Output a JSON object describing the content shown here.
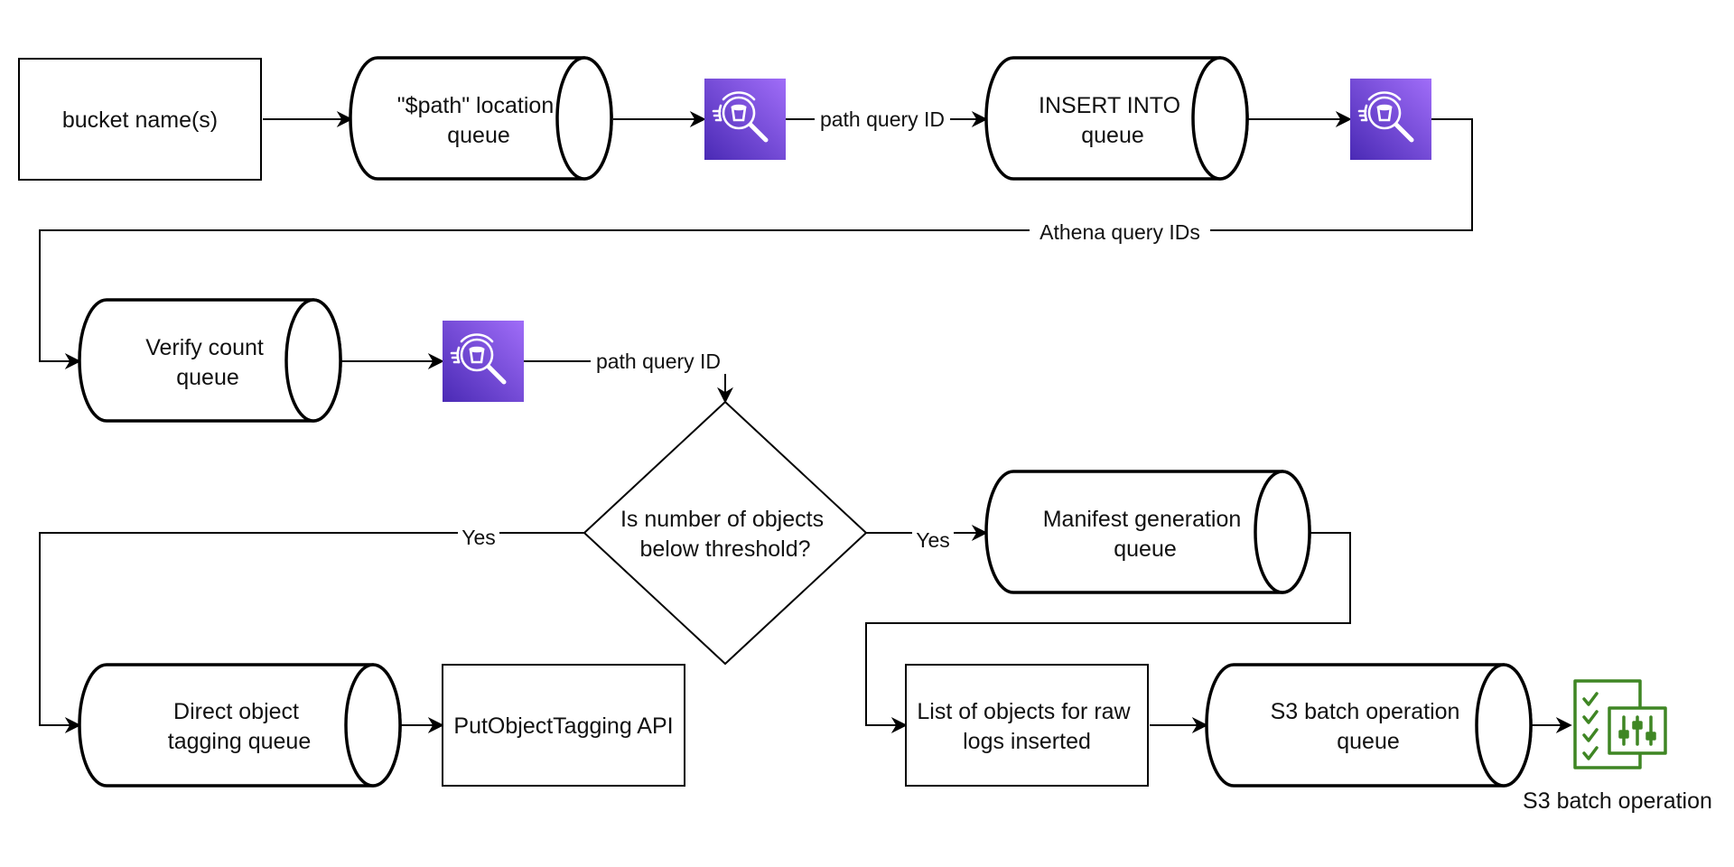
{
  "nodes": {
    "bucket_names": "bucket name(s)",
    "path_location_queue": [
      "\"$path\" location",
      "queue"
    ],
    "insert_into_queue": [
      "INSERT INTO",
      "queue"
    ],
    "verify_count_queue": [
      "Verify count",
      "queue"
    ],
    "threshold_decision": [
      "Is number of objects",
      "below threshold?"
    ],
    "manifest_generation_queue": [
      "Manifest generation",
      "queue"
    ],
    "direct_object_tagging_queue": [
      "Direct object",
      "tagging queue"
    ],
    "put_object_tagging_api": "PutObjectTagging API",
    "list_of_objects": [
      "List of objects for raw",
      "logs inserted"
    ],
    "s3_batch_operation_queue": [
      "S3 batch operation",
      "queue"
    ],
    "s3_batch_operation": "S3 batch operation"
  },
  "edges": {
    "path_query_id_1": "path query ID",
    "athena_query_ids": "Athena query IDs",
    "path_query_id_2": "path query ID",
    "yes_left": "Yes",
    "yes_right": "Yes"
  },
  "icons": {
    "athena": "athena-icon",
    "s3_batch": "s3-batch-operations-icon"
  },
  "colors": {
    "athena_gradient_start": "#9B68F6",
    "athena_gradient_end": "#4B2BB8",
    "s3_batch_green": "#3F8624"
  }
}
